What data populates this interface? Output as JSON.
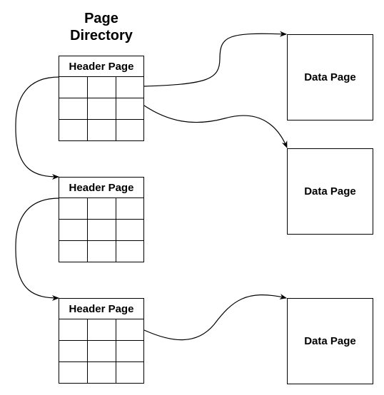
{
  "title": "Page Directory",
  "header_pages": [
    {
      "label": "Header Page"
    },
    {
      "label": "Header Page"
    },
    {
      "label": "Header Page"
    }
  ],
  "data_pages": [
    {
      "label": "Data Page"
    },
    {
      "label": "Data Page"
    },
    {
      "label": "Data Page"
    }
  ],
  "colors": {
    "stroke": "#000000",
    "background": "#ffffff"
  }
}
